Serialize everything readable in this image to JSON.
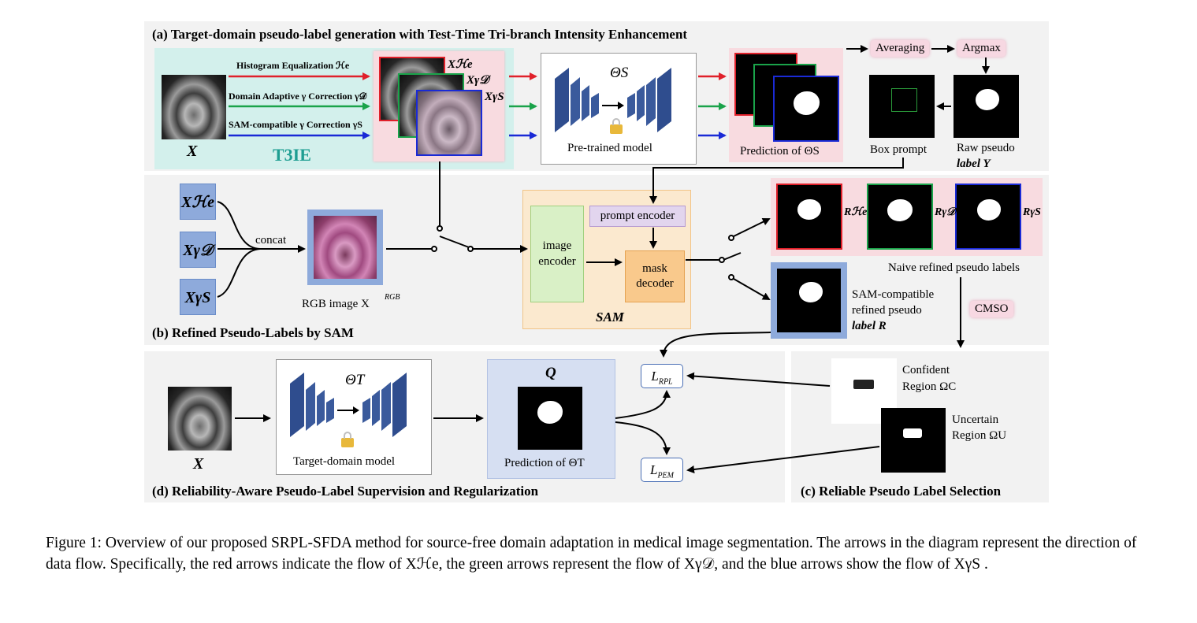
{
  "panels": {
    "a_title": "(a)  Target-domain pseudo-label generation with Test-Time Tri-branch Intensity Enhancement",
    "b_title": "(b)  Refined Pseudo-Labels by SAM",
    "c_title": "(c)  Reliable Pseudo Label Selection",
    "d_title": "(d)  Reliability-Aware Pseudo-Label Supervision and Regularization"
  },
  "a": {
    "input_label": "X",
    "branch_red": "Histogram Equalization ℋe",
    "branch_green": "Domain Adaptive γ Correction γ𝒟",
    "branch_blue": "SAM-compatible γ Correction γS",
    "t3ie": "T3IE",
    "stack_red": "Xℋe",
    "stack_green": "Xγ𝒟",
    "stack_blue": "XγS",
    "theta_s": "ΘS",
    "pretrained": "Pre-trained model",
    "prediction": "Prediction of  ΘS",
    "averaging": "Averaging",
    "argmax": "Argmax",
    "box_prompt": "Box prompt",
    "raw_pseudo": "Raw pseudo",
    "raw_pseudo2": "label  Y"
  },
  "b": {
    "x_he": "Xℋe",
    "x_gd": "Xγ𝒟",
    "x_gs": "XγS",
    "concat": "concat",
    "rgb_image": "RGB image  X",
    "rgb_sup": "RGB",
    "image_encoder": "image encoder",
    "prompt_encoder": "prompt encoder",
    "mask_decoder": "mask decoder",
    "sam": "SAM",
    "r_he": "Rℋe",
    "r_gd": "Rγ𝒟",
    "r_gs": "RγS",
    "naive": "Naive refined pseudo labels",
    "samref1": "SAM-compatible",
    "samref2": "refined pseudo",
    "samref3": "label  R"
  },
  "c": {
    "cmso": "CMSO",
    "confident": "Confident",
    "confident2": "Region  ΩC",
    "uncertain": "Uncertain",
    "uncertain2": "Region  ΩU"
  },
  "d": {
    "input_label": "X",
    "theta_t": "ΘT",
    "target_model": "Target-domain model",
    "q": "Q",
    "prediction": "Prediction of  ΘT",
    "l_rpl": "L",
    "l_rpl_sub": "RPL",
    "l_pem": "L",
    "l_pem_sub": "PEM"
  },
  "caption": "Figure 1: Overview of our proposed SRPL-SFDA method for source-free domain adaptation in medical image segmentation.  The arrows in the diagram represent the direction of data flow. Specifically, the red arrows indicate the flow of Xℋe, the green arrows represent the flow of Xγ𝒟, and the blue arrows show the flow of XγS .",
  "colors": {
    "red": "#e0202a",
    "green": "#1aa34a",
    "blue": "#1a2ad6",
    "teal_bg": "#d3f0ec",
    "pink_bg": "#f8dbe0",
    "sam_bg": "#fbe9cf",
    "encoder_green": "#d9f0c6",
    "prompt_purple": "#e2d5ee",
    "decoder_orange": "#f9c98c",
    "network_blue": "#2f4d8e",
    "pred_bg": "#d6dff2"
  }
}
